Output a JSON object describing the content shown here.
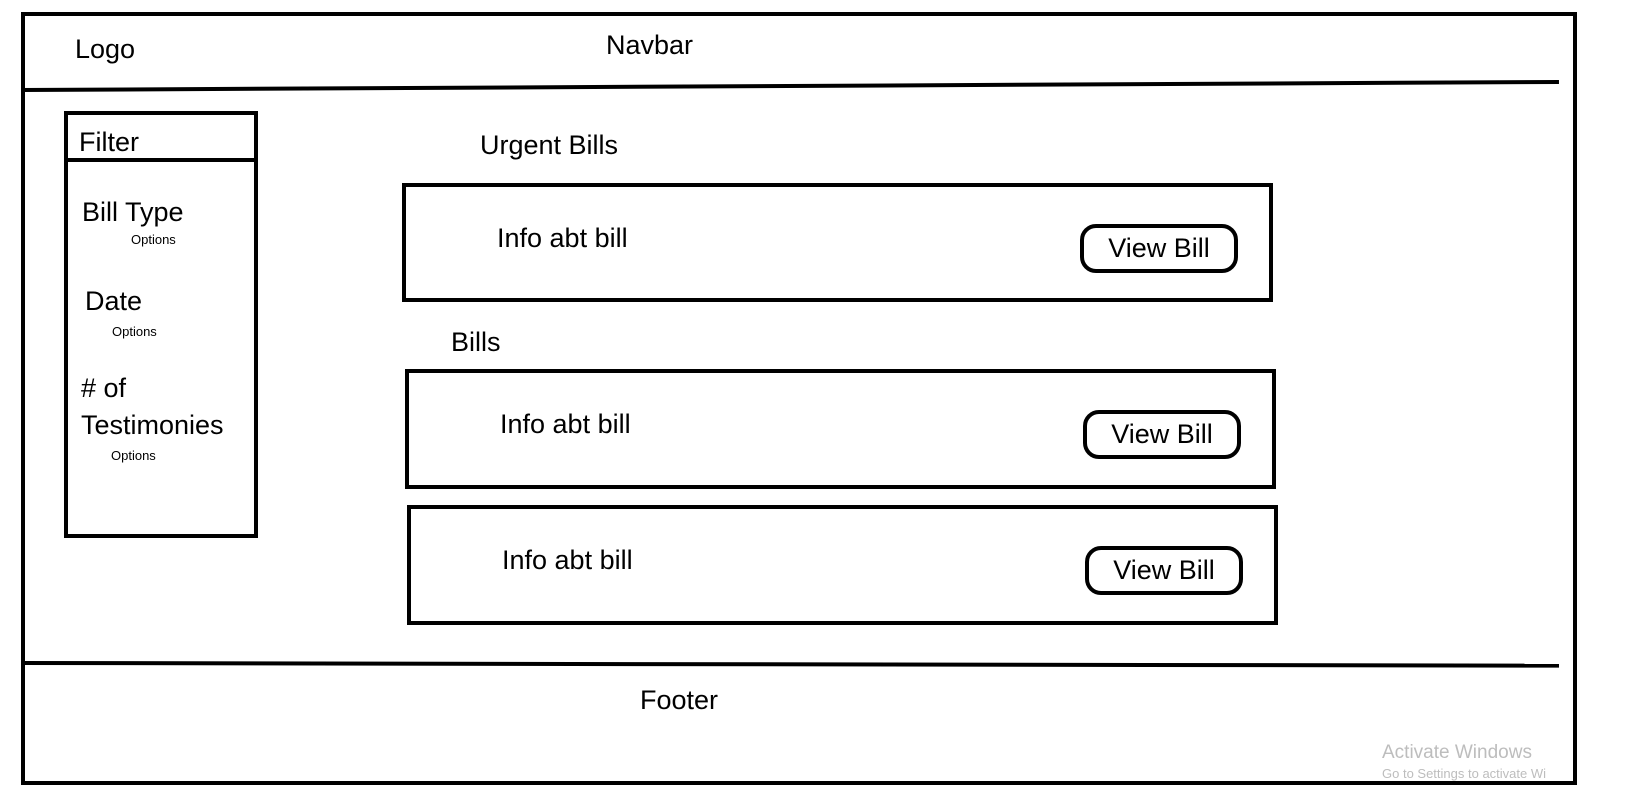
{
  "navbar": {
    "logo": "Logo",
    "title": "Navbar"
  },
  "filter": {
    "title": "Filter",
    "groups": [
      {
        "label": "Bill Type",
        "options": "Options"
      },
      {
        "label": "Date",
        "options": "Options"
      },
      {
        "label_line1": "# of",
        "label_line2": "Testimonies",
        "options": "Options"
      }
    ]
  },
  "sections": {
    "urgent_title": "Urgent Bills",
    "bills_title": "Bills"
  },
  "bills": [
    {
      "info": "Info abt bill",
      "button": "View Bill"
    },
    {
      "info": "Info abt bill",
      "button": "View Bill"
    },
    {
      "info": "Info abt bill",
      "button": "View Bill"
    }
  ],
  "footer": {
    "label": "Footer"
  },
  "watermark": {
    "line1": "Activate Windows",
    "line2": "Go to Settings to activate Wi"
  }
}
